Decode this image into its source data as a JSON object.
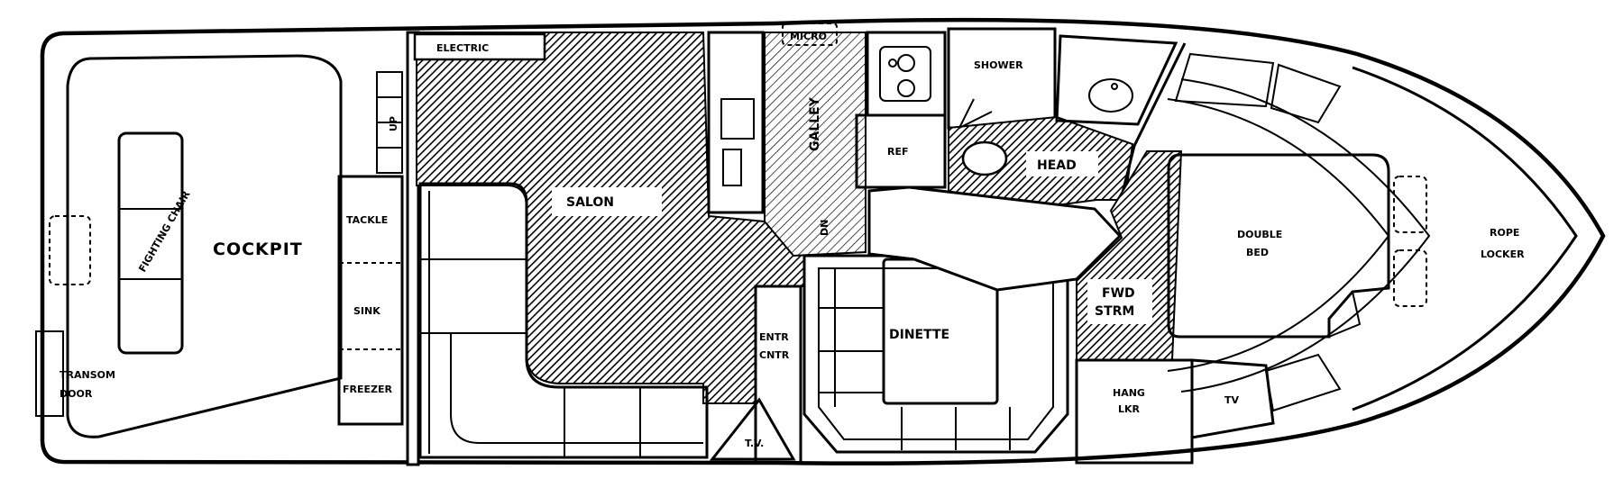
{
  "labels": {
    "cockpit": "COCKPIT",
    "fighting_chair": "FIGHTING CHAIR",
    "transom_door_1": "TRANSOM",
    "transom_door_2": "DOOR",
    "tackle": "TACKLE",
    "sink": "SINK",
    "freezer": "FREEZER",
    "up": "UP",
    "electric": "ELECTRIC",
    "salon": "SALON",
    "galley": "GALLEY",
    "micro": "MICRO",
    "dn": "DN",
    "entr_cntr_1": "ENTR",
    "entr_cntr_2": "CNTR",
    "tv_salon": "T.V.",
    "refrigerator": "REF",
    "shower": "SHOWER",
    "head": "HEAD",
    "dinette": "DINETTE",
    "fwd_strm_1": "FWD",
    "fwd_strm_2": "STRM",
    "double_bed_1": "DOUBLE",
    "double_bed_2": "BED",
    "hang_lkr_1": "HANG",
    "hang_lkr_2": "LKR",
    "tv_stateroom": "TV",
    "rope_locker_1": "ROPE",
    "rope_locker_2": "LOCKER"
  },
  "colors": {
    "ink": "#000000",
    "paper": "#ffffff"
  }
}
